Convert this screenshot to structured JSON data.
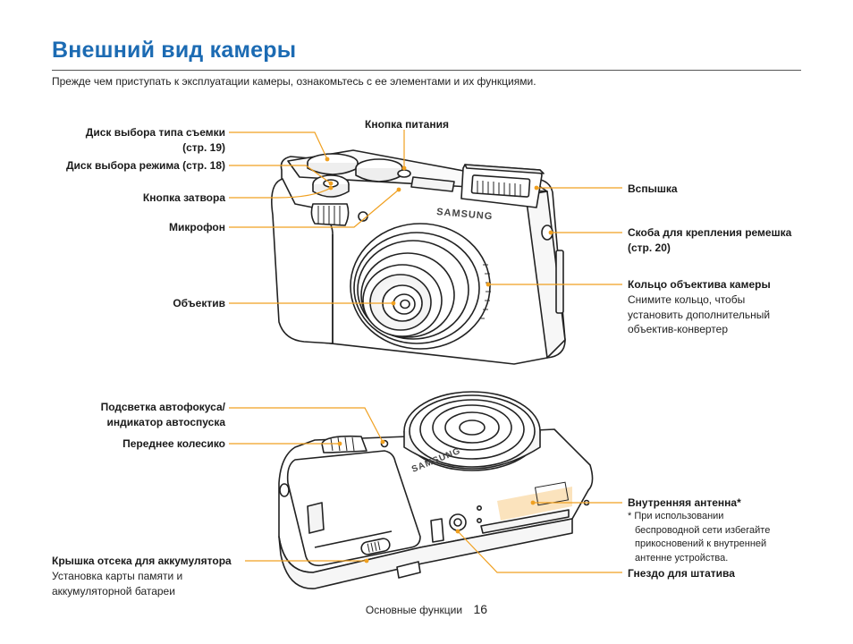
{
  "page": {
    "title": "Внешний вид камеры",
    "intro": "Прежде чем приступать к эксплуатации камеры, ознакомьтесь с ее элементами и их функциями.",
    "footer": {
      "section": "Основные функции",
      "page_number": "16"
    },
    "accent_color": "#f0a020",
    "title_color": "#1c6bb3"
  },
  "front_view": {
    "labels": {
      "shooting_type_dial": [
        "Диск выбора типа съемки",
        "(стр. 19)"
      ],
      "mode_dial": "Диск выбора режима (стр. 18)",
      "shutter_button": "Кнопка затвора",
      "microphone": "Микрофон",
      "lens": "Объектив",
      "power_button": "Кнопка питания",
      "flash": "Вспышка",
      "strap_eyelet": [
        "Скоба для крепления ремешка",
        "(стр. 20)"
      ],
      "lens_ring": "Кольцо объектива камеры",
      "lens_ring_note": [
        "Снимите кольцо, чтобы",
        "установить дополнительный",
        "объектив-конвертер"
      ]
    },
    "brand": "SAMSUNG"
  },
  "bottom_view": {
    "labels": {
      "af_lamp": [
        "Подсветка автофокуса/",
        "индикатор автоспуска"
      ],
      "front_wheel": "Переднее колесико",
      "battery_cover": "Крышка отсека для аккумулятора",
      "battery_cover_note": [
        "Установка карты памяти и",
        "аккумуляторной батареи"
      ],
      "antenna": "Внутренняя антенна*",
      "antenna_note": [
        "* При использовании",
        "беспроводной сети избегайте",
        "прикосновений к внутренней",
        "антенне устройства."
      ],
      "tripod_socket": "Гнездо для штатива"
    },
    "brand": "SAMSUNG"
  }
}
